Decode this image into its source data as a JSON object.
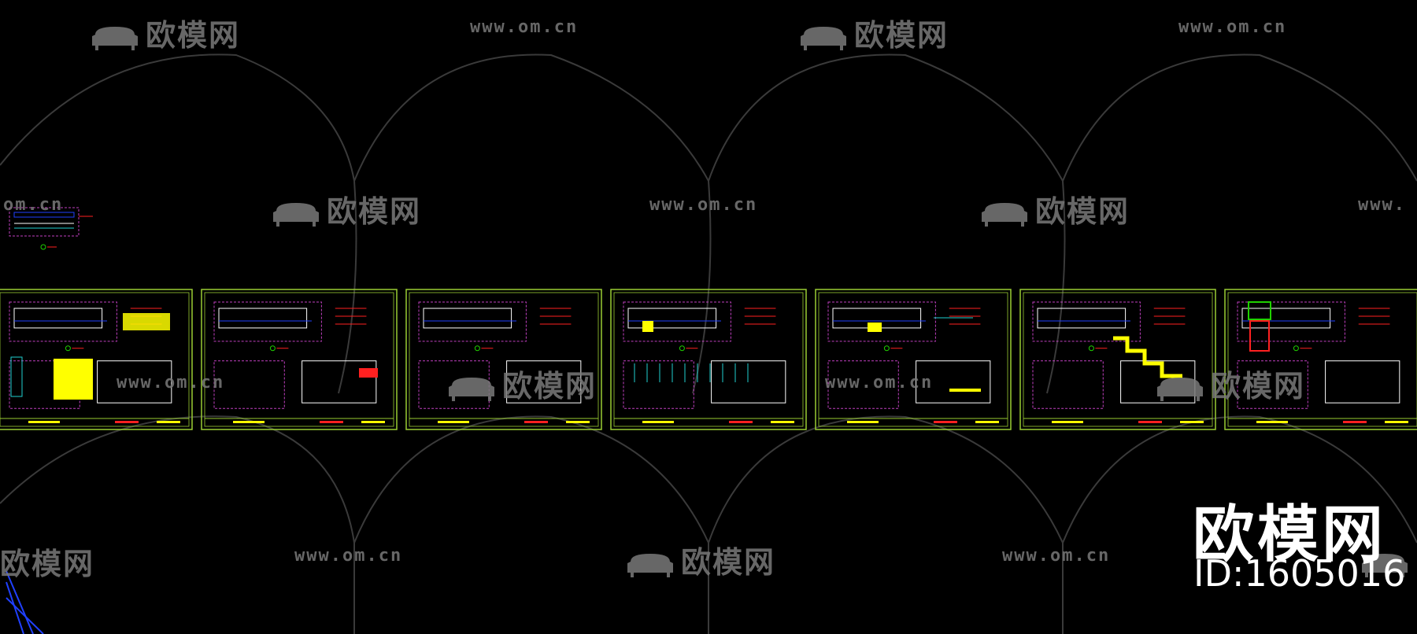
{
  "watermark": {
    "logo_text": "欧模网",
    "url_text": "www.om.cn",
    "url_partial_left": "om.cn",
    "url_partial_right": "www.",
    "logo_partial_right": "欧"
  },
  "brand": {
    "name": "欧模网",
    "id_label": "ID:1605016"
  },
  "colors": {
    "background": "#000000",
    "sheet_border": "#9acd32",
    "dim_red": "#ff2020",
    "magenta": "#c040c0",
    "cyan": "#20d0d0",
    "yellow": "#ffff00",
    "watermark": "#7a7a7a"
  },
  "drawing_sheets_count": 7
}
